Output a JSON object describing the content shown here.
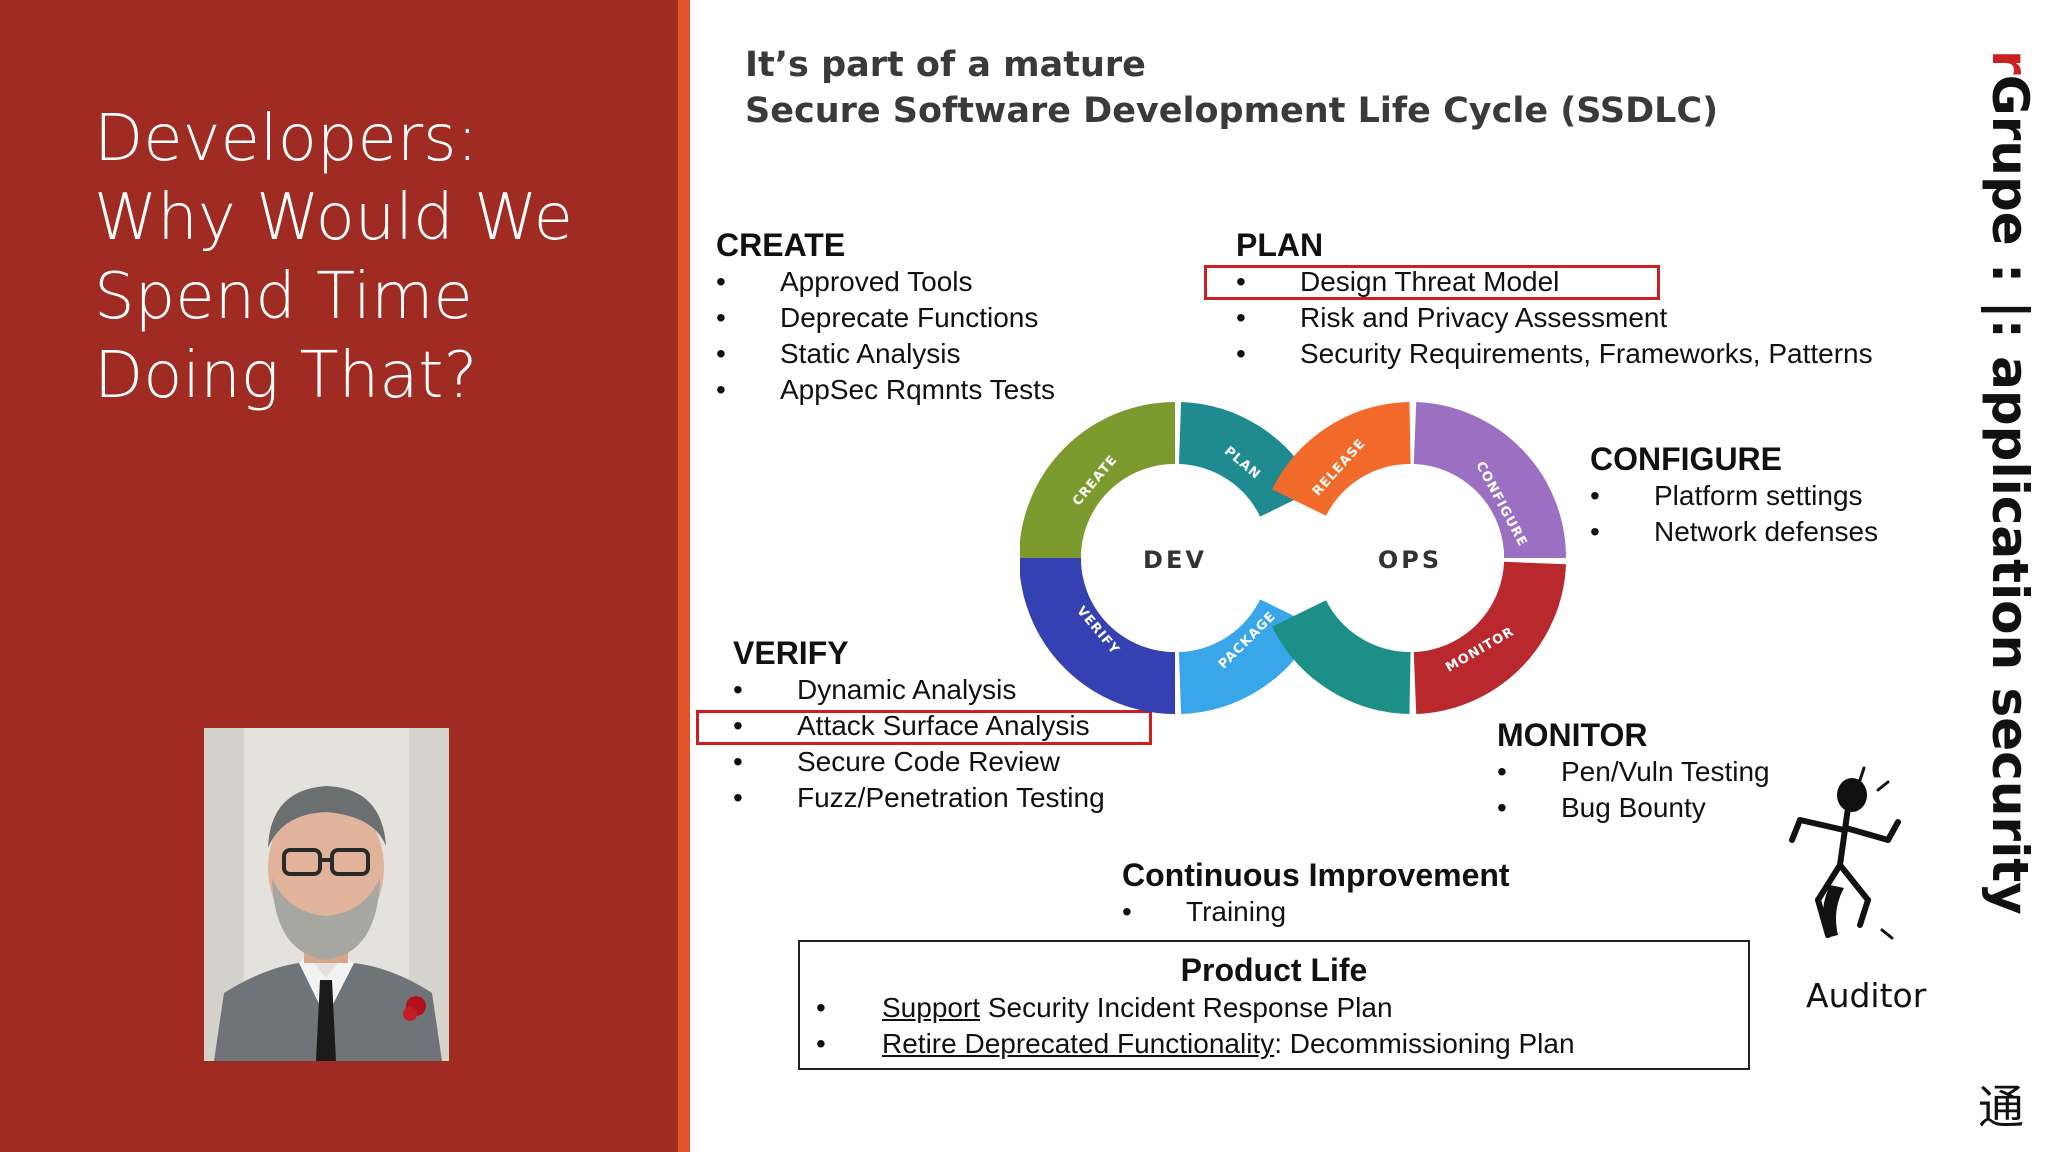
{
  "slide": {
    "title_lines": [
      "Developers:",
      "Why Would We",
      "Spend Time",
      "Doing That?"
    ]
  },
  "heading": {
    "line1": "It’s part of a mature",
    "line2": "Secure Software Development Life Cycle (SSDLC)"
  },
  "create": {
    "title": "CREATE",
    "items": [
      "Approved Tools",
      "Deprecate Functions",
      "Static Analysis",
      "AppSec Rqmnts Tests"
    ]
  },
  "plan": {
    "title": "PLAN",
    "items": [
      "Design Threat Model",
      "Risk and Privacy Assessment",
      "Security Requirements, Frameworks, Patterns"
    ],
    "highlighted_index": 0
  },
  "configure": {
    "title": "CONFIGURE",
    "items": [
      "Platform settings",
      "Network defenses"
    ]
  },
  "verify": {
    "title": "VERIFY",
    "items": [
      "Dynamic Analysis",
      "Attack Surface Analysis",
      "Secure Code Review",
      "Fuzz/Penetration Testing"
    ],
    "highlighted_index": 1
  },
  "monitor": {
    "title": "MONITOR",
    "items": [
      "Pen/Vuln Testing",
      "Bug Bounty"
    ]
  },
  "continuous": {
    "title": "Continuous Improvement",
    "items": [
      "Training"
    ]
  },
  "product_life": {
    "title": "Product Life",
    "item1_link": "Support",
    "item1_rest": " Security Incident Response Plan",
    "item2_link": "Retire Deprecated Functionality",
    "item2_rest": ": Decommissioning Plan"
  },
  "cycle": {
    "dev_label": "DEV",
    "ops_label": "OPS",
    "segments": [
      "CREATE",
      "PLAN",
      "RELEASE",
      "CONFIGURE",
      "MONITOR",
      "PACKAGE",
      "VERIFY"
    ],
    "colors": {
      "create": "#7c9a2e",
      "plan": "#1f8a8f",
      "release": "#f26a2a",
      "configure": "#9b6fc2",
      "monitor": "#b8282d",
      "package": "#3aa6ea",
      "verify": "#3540b3",
      "teal_bridge": "#1c8f86"
    }
  },
  "brand": {
    "r_letter": "r",
    "rest": "Grupe : |: application security"
  },
  "auditor": {
    "label": "Auditor"
  },
  "corner_glyph": "通",
  "colors": {
    "left_panel": "#a02b22",
    "left_edge": "#e2552b",
    "highlight_box": "#cc1f1f"
  }
}
